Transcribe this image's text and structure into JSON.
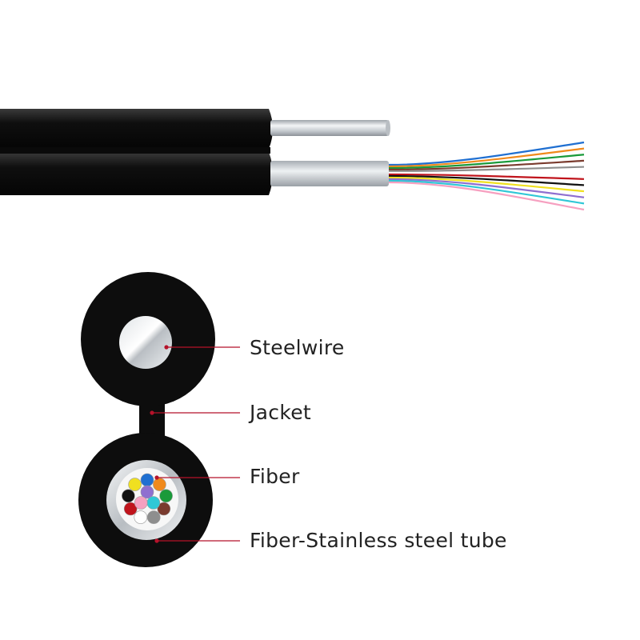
{
  "labels": {
    "steelwire": "Steelwire",
    "jacket": "Jacket",
    "fiber": "Fiber",
    "tube": "Fiber-Stainless steel tube"
  },
  "colors": {
    "jacket": "#0d0d0d",
    "steel": "#c8cdd2",
    "leader_line": "#b5122a",
    "label_text": "#222222"
  },
  "fiber_colors": [
    "#1f6fd1",
    "#f08a1c",
    "#1a9a3a",
    "#7a3b2e",
    "#8e8e8e",
    "#ffffff",
    "#c0141c",
    "#111111",
    "#f0e020",
    "#8f6fd0",
    "#2fc7d6",
    "#f6a0c0"
  ],
  "fiber_count": 12
}
